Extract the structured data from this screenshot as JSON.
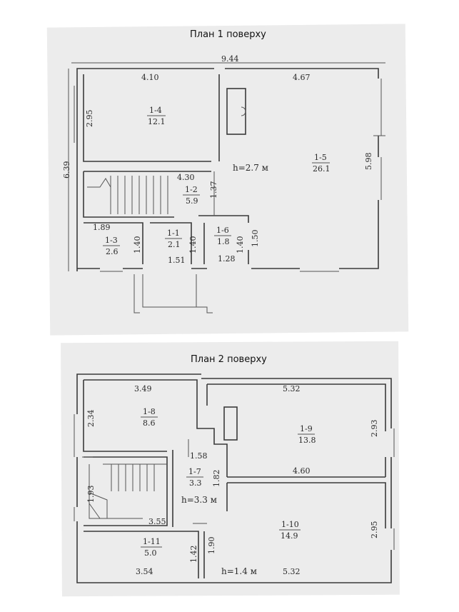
{
  "plan1": {
    "title": "План 1 поверху",
    "overall_width": "9.44",
    "overall_depth": "6.39",
    "height_label": "h=2.7 м",
    "rooms": [
      {
        "id": "1-4",
        "area": "12.1"
      },
      {
        "id": "1-5",
        "area": "26.1"
      },
      {
        "id": "1-2",
        "area": "5.9"
      },
      {
        "id": "1-3",
        "area": "2.6"
      },
      {
        "id": "1-1",
        "area": "2.1"
      },
      {
        "id": "1-6",
        "area": "1.8"
      }
    ],
    "dims": {
      "r14_width": "4.10",
      "r15_width": "4.67",
      "r14_depth": "2.95",
      "r15_depth": "5.98",
      "stair_width": "4.30",
      "corridor": "1.37",
      "r13_width": "1.89",
      "r13_depth": "1.40",
      "r11_depth": "1.40",
      "r11_width": "1.51",
      "r16_width": "1.28",
      "r16_depth": "1.40",
      "r16_side": "1.50"
    }
  },
  "plan2": {
    "title": "План 2 поверху",
    "height_label": "h=3.3 м",
    "height_label_2": "h=1.4 м",
    "rooms": [
      {
        "id": "1-8",
        "area": "8.6"
      },
      {
        "id": "1-9",
        "area": "13.8"
      },
      {
        "id": "1-7",
        "area": "3.3"
      },
      {
        "id": "1-10",
        "area": "14.9"
      },
      {
        "id": "1-11",
        "area": "5.0"
      }
    ],
    "dims": {
      "r18_width": "3.49",
      "r19_width": "5.32",
      "r18_depth": "2.34",
      "r19_depth": "2.93",
      "r17_width": "1.58",
      "r17_depth": "1.82",
      "r110_top": "4.60",
      "stair_depth": "1.93",
      "stair_width": "3.55",
      "r110_depth": "2.95",
      "r17_lower": "1.90",
      "r111_depth": "1.42",
      "r111_width": "3.54",
      "r110_width": "5.32"
    }
  }
}
